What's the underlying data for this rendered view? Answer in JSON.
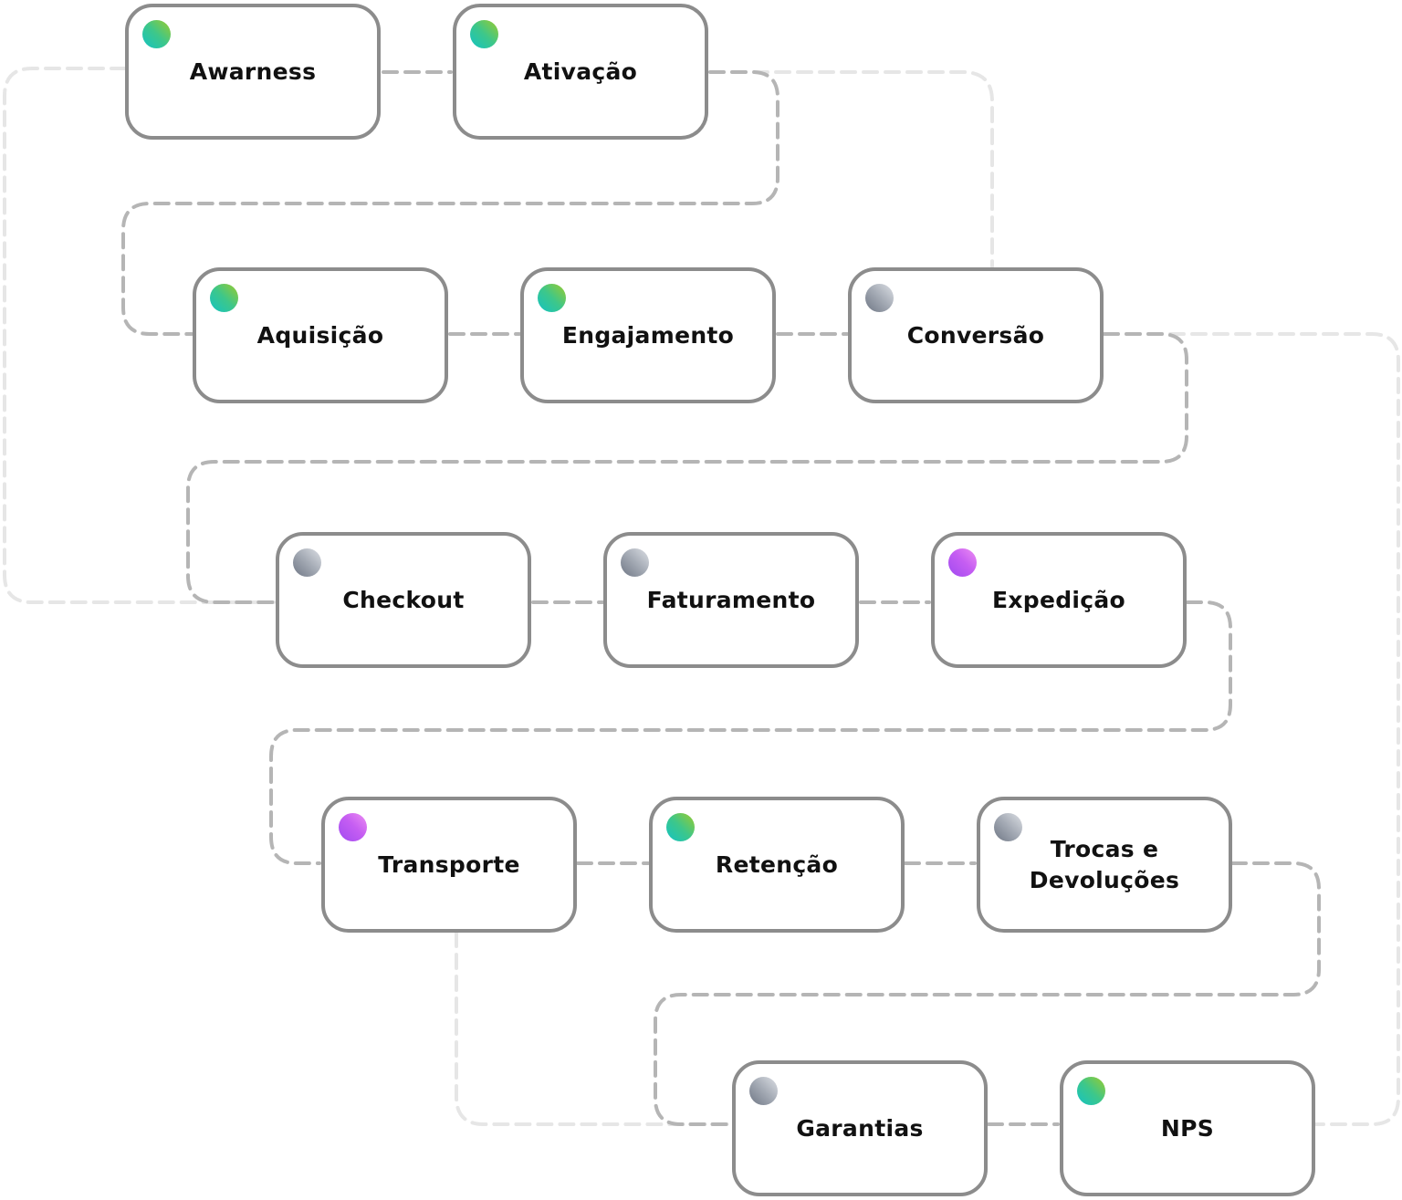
{
  "stages": [
    {
      "label": "Awarness",
      "dot": "green"
    },
    {
      "label": "Ativação",
      "dot": "green"
    },
    {
      "label": "Aquisição",
      "dot": "green"
    },
    {
      "label": "Engajamento",
      "dot": "green"
    },
    {
      "label": "Conversão",
      "dot": "gray"
    },
    {
      "label": "Checkout",
      "dot": "gray"
    },
    {
      "label": "Faturamento",
      "dot": "gray"
    },
    {
      "label": "Expedição",
      "dot": "purple"
    },
    {
      "label": "Transporte",
      "dot": "purple"
    },
    {
      "label": "Retenção",
      "dot": "green"
    },
    {
      "label": "Trocas e\nDevoluções",
      "dot": "gray"
    },
    {
      "label": "Garantias",
      "dot": "gray"
    },
    {
      "label": "NPS",
      "dot": "green"
    }
  ],
  "colors": {
    "box_border": "#8c8c8c",
    "main_connector": "#b5b5b5",
    "light_connector": "#e6e6e6",
    "dot_green": "green-gradient",
    "dot_gray": "gray-gradient",
    "dot_purple": "purple-gradient"
  }
}
